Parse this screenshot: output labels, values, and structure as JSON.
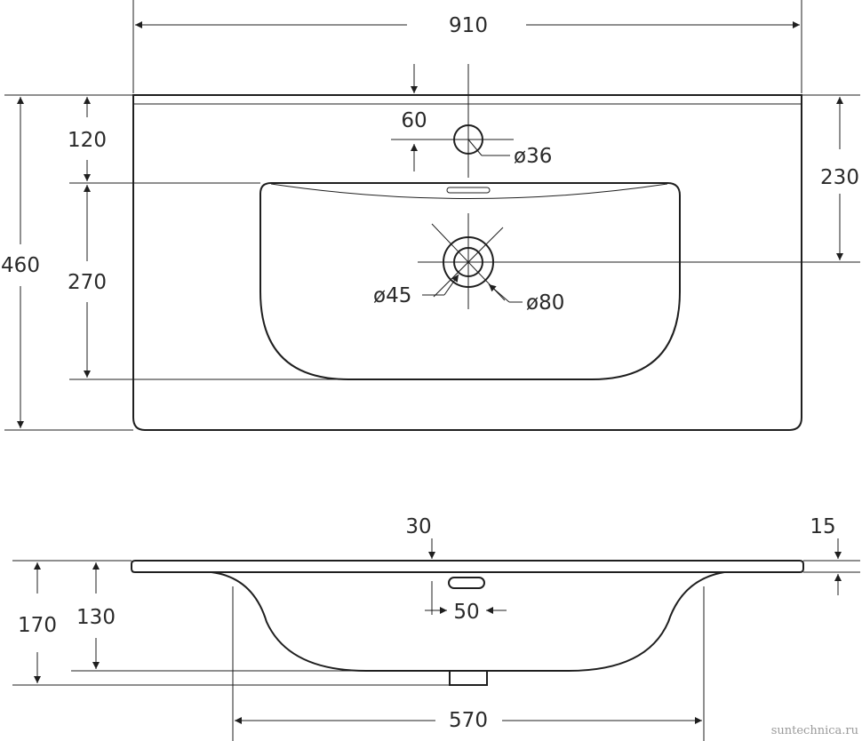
{
  "drawing": {
    "top_view": {
      "overall_width": "910",
      "overall_depth": "460",
      "tap_offset": "60",
      "tap_hole_from_back": "120",
      "bowl_depth": "270",
      "drain_from_back": "230",
      "tap_hole_diameter": "ø36",
      "drain_inner_diameter": "ø45",
      "drain_outer_diameter": "ø80"
    },
    "side_view": {
      "top_thickness": "30",
      "rim_thickness": "15",
      "overall_height": "170",
      "bowl_height": "130",
      "overflow_width": "50",
      "bowl_width": "570"
    },
    "watermark": "suntechnica.ru"
  }
}
